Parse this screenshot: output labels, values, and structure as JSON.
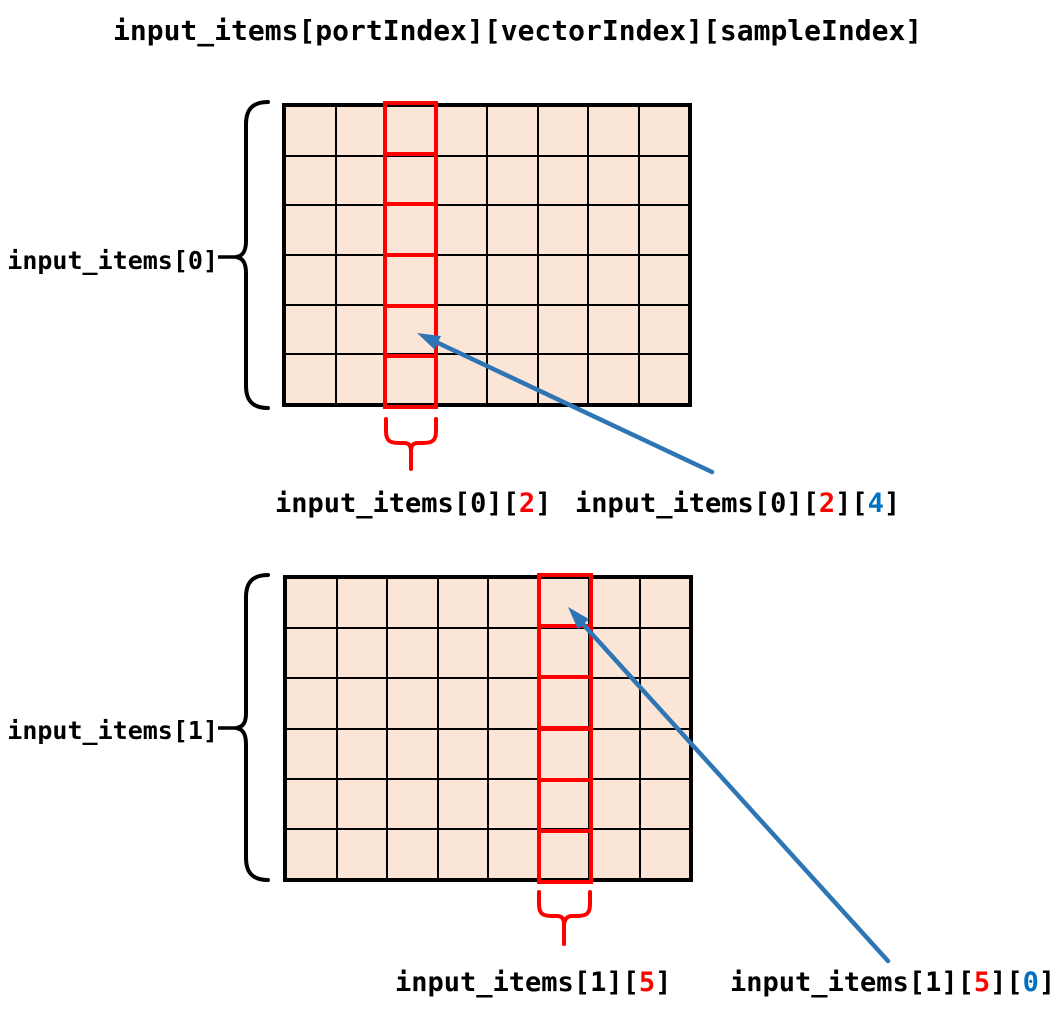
{
  "title": "input_items[portIndex][vectorIndex][sampleIndex]",
  "colors": {
    "text": "#000000",
    "cell_fill": "#FBE5D6",
    "grid_line": "#000000",
    "highlight_red": "#FF0000",
    "arrow_blue": "#2E75B6",
    "index_red": "#FF0000",
    "index_blue": "#0070C0"
  },
  "panels": [
    {
      "side_label": "input_items[0]",
      "rows": 6,
      "cols": 8,
      "highlight_col": 2,
      "arrow_target": "row 4 of highlighted column 2",
      "col_caption": {
        "prefix": "input_items[0][",
        "vector_index": "2",
        "suffix": "]"
      },
      "cell_caption": {
        "prefix": "input_items[0][",
        "vector_index": "2",
        "mid": "][",
        "sample_index": "4",
        "suffix": "]"
      }
    },
    {
      "side_label": "input_items[1]",
      "rows": 6,
      "cols": 8,
      "highlight_col": 5,
      "arrow_target": "row 0 of highlighted column 5",
      "col_caption": {
        "prefix": "input_items[1][",
        "vector_index": "5",
        "suffix": "]"
      },
      "cell_caption": {
        "prefix": "input_items[1][",
        "vector_index": "5",
        "mid": "][",
        "sample_index": "0",
        "suffix": "]"
      }
    }
  ]
}
